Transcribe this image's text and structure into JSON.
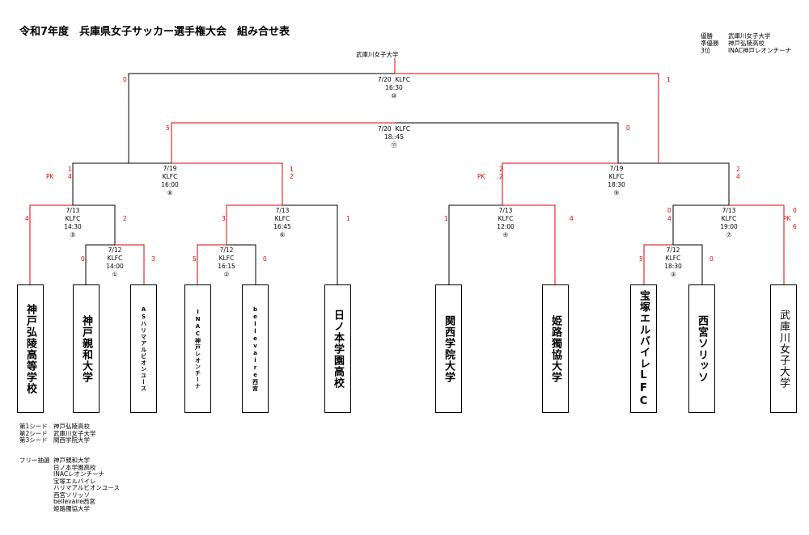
{
  "title": "令和7年度　兵庫県女子サッカー選手権大会　組み合せ表",
  "results": [
    {
      "label": "優勝",
      "team": "武庫川女子大学"
    },
    {
      "label": "準優勝",
      "team": "神戸弘陵高校"
    },
    {
      "label": "3位",
      "team": "INAC神戸レオンチーナ"
    }
  ],
  "winner": "武庫川女子大学",
  "teams": [
    {
      "name": "神戸弘陵高等学校"
    },
    {
      "name": "神戸親和大学"
    },
    {
      "name": "ASハリマアルビオンユース"
    },
    {
      "name": "INAC神戸レオンチーナ"
    },
    {
      "name": "bellevaire西宮"
    },
    {
      "name": "日ノ本学園高校"
    },
    {
      "name": "関西学院大学"
    },
    {
      "name": "姫路獨協大学"
    },
    {
      "name": "宝塚エルバイレLFC"
    },
    {
      "name": "西宮ソリッソ"
    },
    {
      "name": "武庫川女子大学"
    }
  ],
  "matches": [
    {
      "no": "①",
      "date": "7/12",
      "venue": "KLFC",
      "time": "14:00"
    },
    {
      "no": "②",
      "date": "7/12",
      "venue": "KLFC",
      "time": "16:15"
    },
    {
      "no": "③",
      "date": "7/12",
      "venue": "KLFC",
      "time": "18:30"
    },
    {
      "no": "④",
      "date": "7/13",
      "venue": "KLFC",
      "time": "12:00"
    },
    {
      "no": "⑤",
      "date": "7/13",
      "venue": "KLFC",
      "time": "14:30"
    },
    {
      "no": "⑥",
      "date": "7/13",
      "venue": "KLFC",
      "time": "16:45"
    },
    {
      "no": "⑦",
      "date": "7/13",
      "venue": "KLFC",
      "time": "19:00"
    },
    {
      "no": "⑧",
      "date": "7/19",
      "venue": "KLFC",
      "time": "16:00"
    },
    {
      "no": "⑨",
      "date": "7/19",
      "venue": "KLFC",
      "time": "18:30"
    },
    {
      "no": "⑩",
      "date": "7/20",
      "venue": "KLFC",
      "time": "16:30"
    },
    {
      "no": "⑪",
      "date": "7/20",
      "venue": "KLFC",
      "time": "18::45"
    }
  ],
  "scores": {
    "m1": [
      "0",
      "3"
    ],
    "m2": [
      "5",
      "0"
    ],
    "m3": [
      "5",
      "0"
    ],
    "m4": [
      "1",
      "4"
    ],
    "m5": [
      "4",
      "2"
    ],
    "m6": [
      "3",
      "1"
    ],
    "m7": [
      "0",
      "0",
      "4",
      "6"
    ],
    "m8": [
      "1",
      "4",
      "1",
      "2"
    ],
    "m9": [
      "2",
      "2",
      "2",
      "4"
    ],
    "m10": [
      "0",
      "1"
    ],
    "m11": [
      "5",
      "0"
    ]
  },
  "pk_label": "PK",
  "seeds_label": [
    {
      "label": "第1シード",
      "team": "神戸弘陵高校"
    },
    {
      "label": "第2シード",
      "team": "武庫川女子大学"
    },
    {
      "label": "第3シード",
      "team": "関西学院大学"
    }
  ],
  "free_draw": {
    "label": "フリー抽選",
    "teams": [
      "神戸親和大学",
      "日ノ本学園高校",
      "INACレオンチーナ",
      "宝塚エルバイレ",
      "ハリマアルビオンユース",
      "西宮ソリッソ",
      "bellevaire西宮",
      "姫路獨協大学"
    ]
  },
  "colors": {
    "win_line": "#e00000",
    "line": "#000000"
  }
}
